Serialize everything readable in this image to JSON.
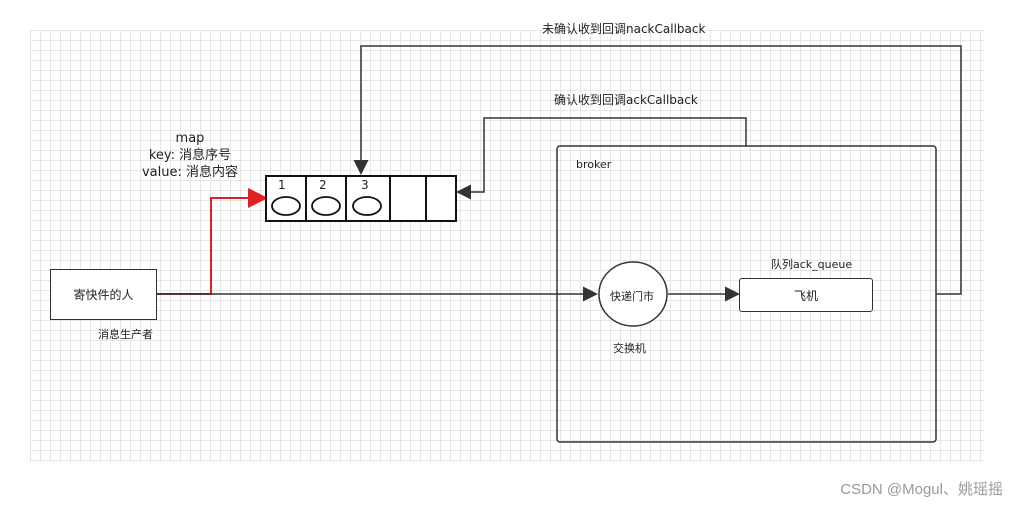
{
  "diagram": {
    "producer": {
      "label": "寄快件的人",
      "caption": "消息生产者"
    },
    "map_label": {
      "line1": "map",
      "line2": "key: 消息序号",
      "line3": "value: 消息内容"
    },
    "map_slots": [
      "1",
      "2",
      "3"
    ],
    "broker": {
      "label": "broker"
    },
    "exchange": {
      "label": "快递门市",
      "caption": "交换机"
    },
    "queue": {
      "label": "飞机",
      "caption": "队列ack_queue"
    },
    "ack_label": "确认收到回调ackCallback",
    "nack_label": "未确认收到回调nackCallback",
    "colors": {
      "red": "#e02020",
      "line": "#333333"
    }
  },
  "watermark": "CSDN @Mogul、姚瑶摇"
}
